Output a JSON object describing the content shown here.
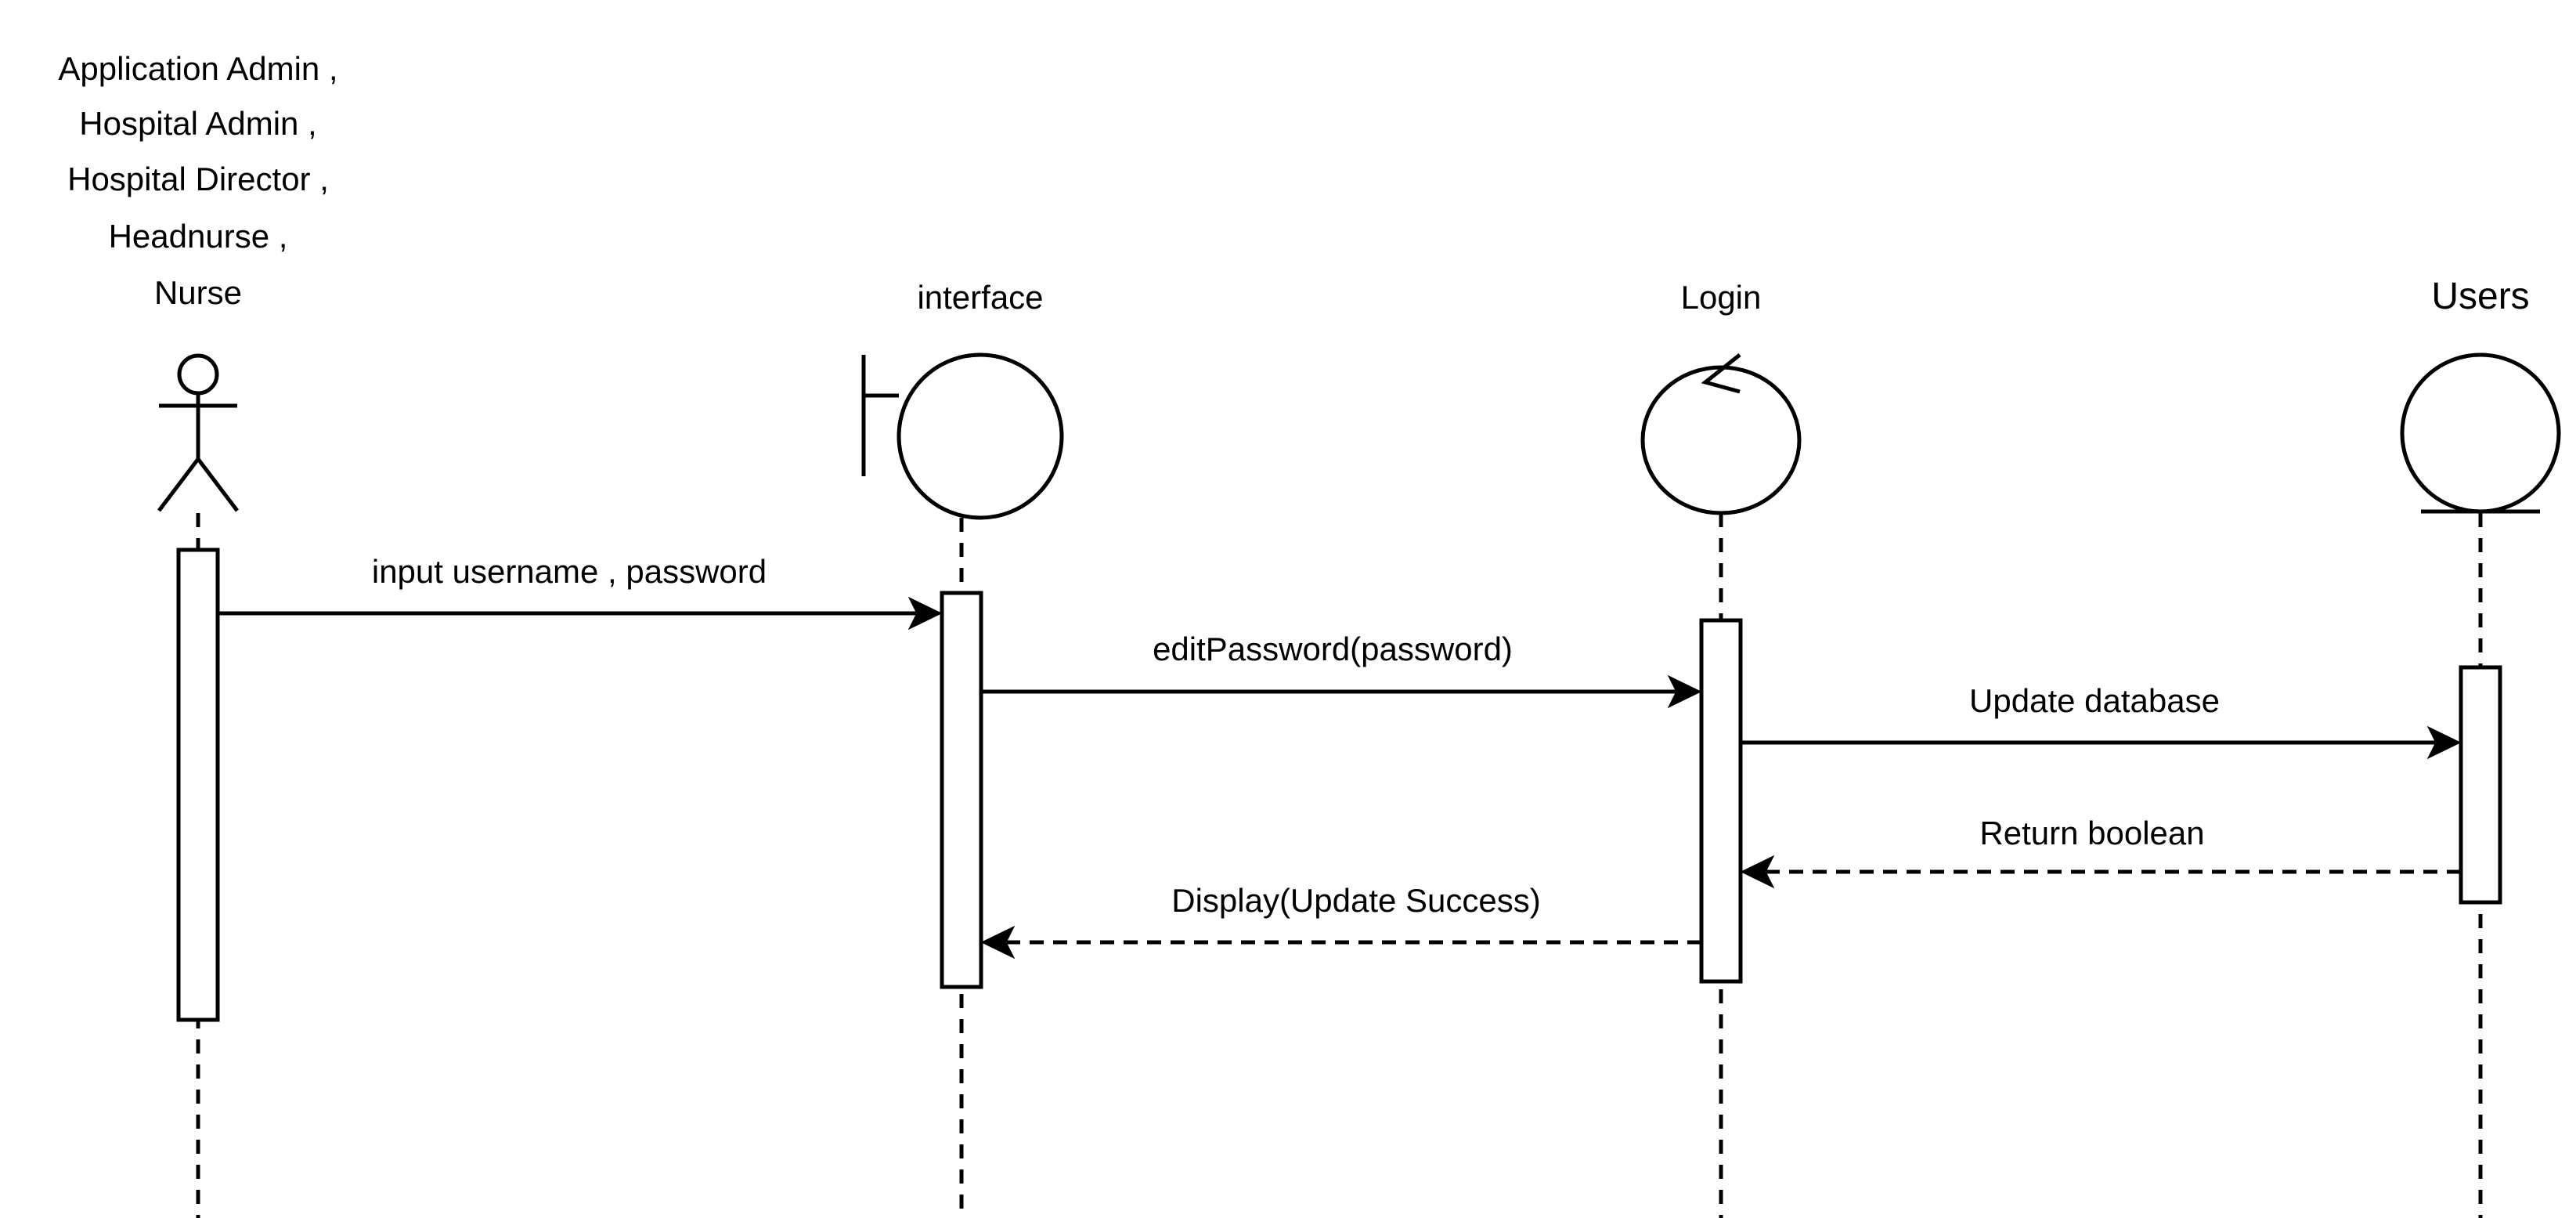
{
  "actor": {
    "label_lines": [
      "Application Admin ,",
      "Hospital Admin ,",
      "Hospital Director ,",
      "Headnurse ,",
      "Nurse"
    ]
  },
  "participants": {
    "interface": "interface",
    "login": "Login",
    "users": "Users"
  },
  "messages": [
    {
      "label": "input username , password",
      "style": "sync"
    },
    {
      "label": "editPassword(password)",
      "style": "sync"
    },
    {
      "label": "Update database",
      "style": "sync"
    },
    {
      "label": "Return boolean",
      "style": "return"
    },
    {
      "label": "Display(Update Success)",
      "style": "return"
    }
  ]
}
